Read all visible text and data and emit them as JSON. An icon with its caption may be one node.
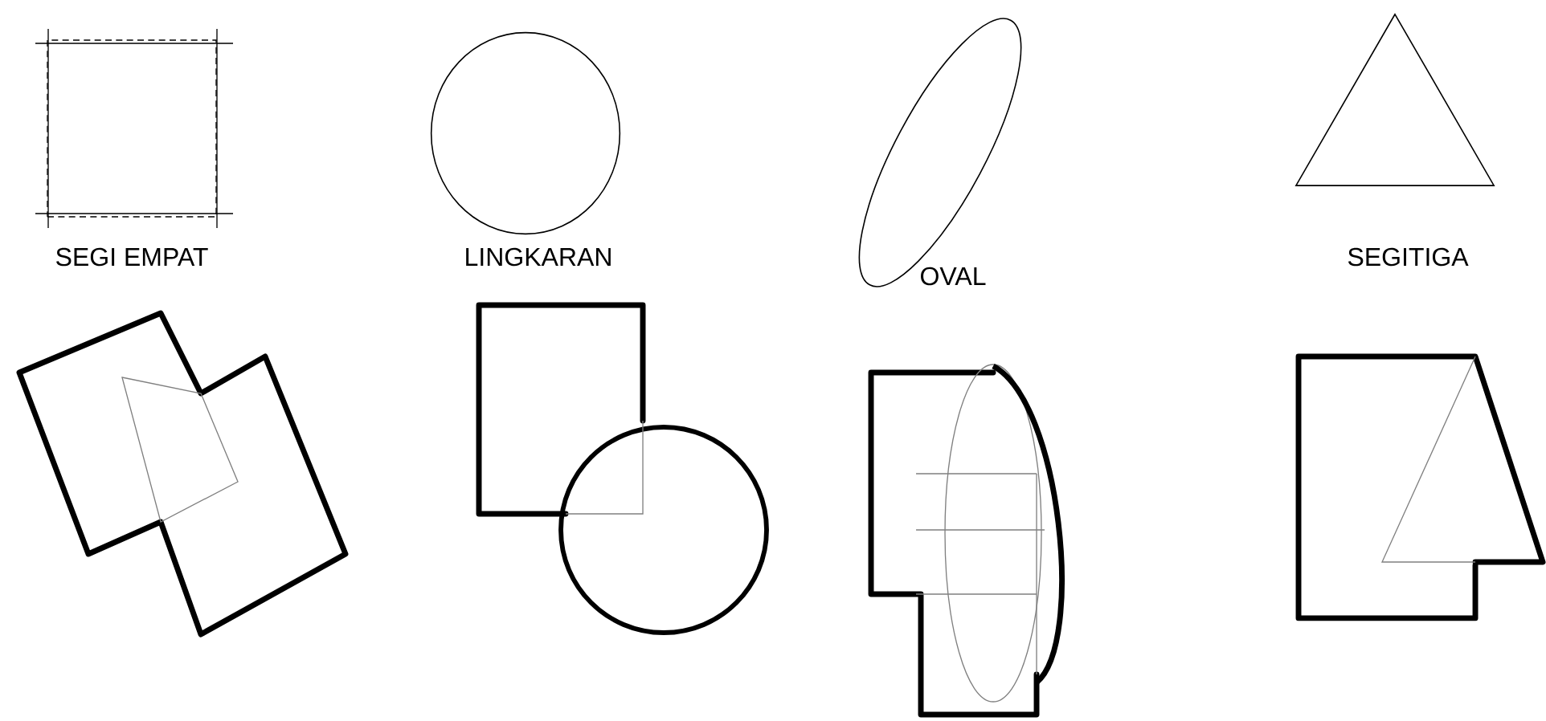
{
  "diagram": {
    "nodes": [
      {
        "text": [
          "SEGI EMPAT"
        ]
      },
      {
        "text": [
          "LINGKARAN"
        ]
      },
      {
        "text": [
          "OVAL"
        ]
      },
      {
        "text": [
          "SEGITIGA"
        ]
      }
    ]
  }
}
